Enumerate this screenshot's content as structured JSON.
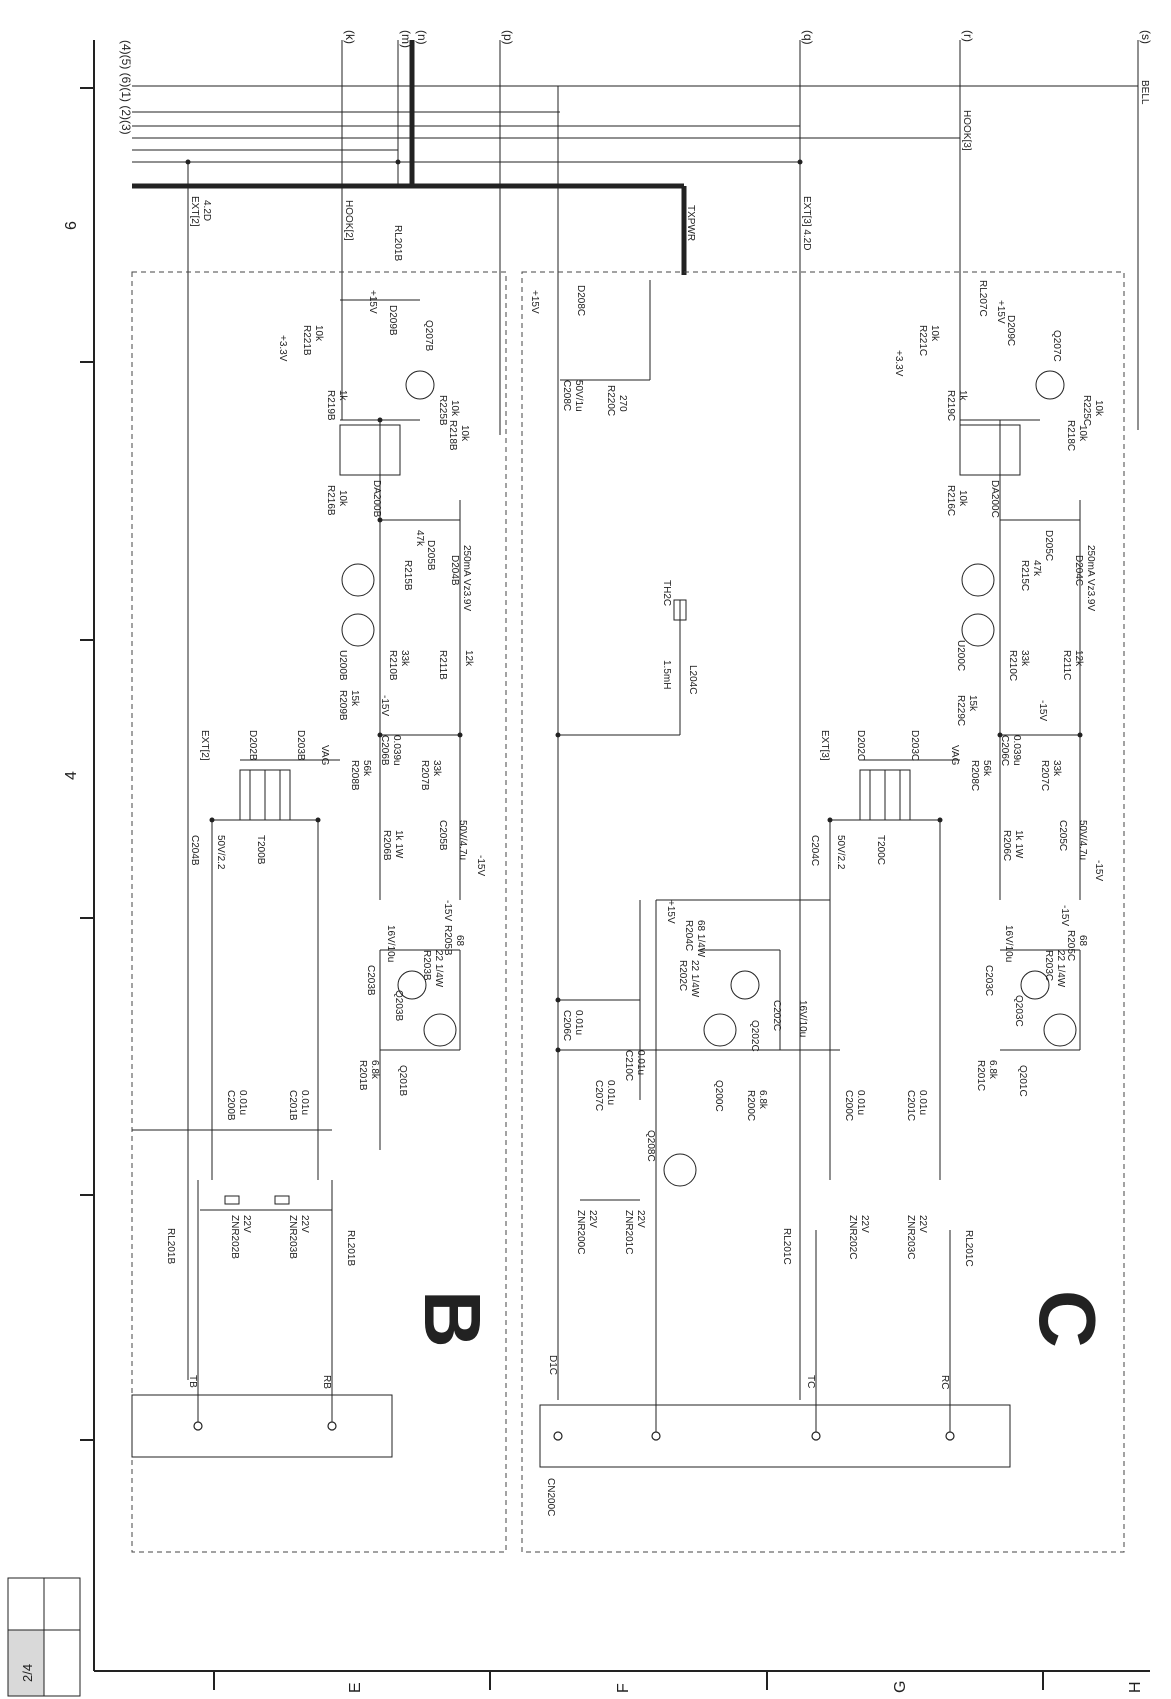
{
  "sheet": {
    "page": "2/4"
  },
  "zones": {
    "cols": [
      "6",
      "4"
    ],
    "rows": [
      "E",
      "F",
      "G",
      "H"
    ]
  },
  "signals": {
    "top": [
      "(k)",
      "(m)",
      "(n)",
      "(p)",
      "(q)",
      "(r)",
      "(s)"
    ],
    "bus_label": "(4)(5) (6)(1) (2)(3)",
    "hook2": "HOOK[2]",
    "hook3": "HOOK[3]",
    "bell": "BELL",
    "txpwr": "TXPWR",
    "ext2": "EXT[2]",
    "ext2_ref": "4.2D",
    "ext3_ref": "EXT[3] 4.2D",
    "ext2b": "EXT[2]",
    "ext3b": "EXT[3]"
  },
  "blocks": {
    "b": "B",
    "c": "C"
  },
  "connector": {
    "name": "CN200C",
    "tb": "TB",
    "rb": "RB",
    "d1c": "D1C",
    "tc": "TC",
    "rc": "RC"
  },
  "labels_b": {
    "rl201b_top": "RL201B",
    "rl201b_bot": "RL201B",
    "rl201b_coil": "RL201B",
    "znr202b": "ZNR202B",
    "znr203b": "ZNR203B",
    "v22a": "22V",
    "v22b": "22V",
    "c200b": "C200B",
    "c200b_v": "0.01u",
    "c201b": "C201B",
    "c201b_v": "0.01u",
    "r201b": "R201B",
    "r201b_v": "6.8k",
    "q201b": "Q201B",
    "q203b": "Q203B",
    "c203b": "C203B",
    "c203b_v": "16V/10u",
    "r203b": "R203B",
    "r203b_v": "22 1/4W",
    "r205b": "R205B",
    "r205b_v": "68",
    "m15v_a": "-15V",
    "c204b": "C204B",
    "c204b_v": "50V/2.2",
    "t200b": "T200B",
    "r206b": "R206B",
    "r206b_v": "1k 1W",
    "c205b": "C205B",
    "c205b_v": "50V/4.7u",
    "m15v_b": "-15V",
    "r208b": "R208B",
    "r208b_v": "56k",
    "r207b": "R207B",
    "r207b_v": "33k",
    "c206b": "C206B",
    "c206b_v": "0.039u",
    "m15v_c": "-15V",
    "d202b": "D202B",
    "d203b": "D203B",
    "vag": "VAG",
    "r209b": "R209B",
    "r209b_v": "15k",
    "r210b": "R210B",
    "r210b_v": "33k",
    "u200b": "U200B",
    "r211b": "R211B",
    "r211b_v": "12k",
    "r215b": "R215B",
    "r215b_v": "47k",
    "d205b": "D205B",
    "d204b": "D204B",
    "d204b_v": "250mA Vz3.9V",
    "r216b": "R216B",
    "r216b_v": "10k",
    "da200b": "DA200B",
    "r218b": "R218B",
    "r218b_v": "10k",
    "r219b": "R219B",
    "r219b_v": "1k",
    "r221b": "R221B",
    "r221b_v": "10k",
    "v33": "+3.3V",
    "r225b": "R225B",
    "r225b_v": "10k",
    "d209b": "D209B",
    "q207b": "Q207B",
    "p15v": "+15V"
  },
  "labels_c": {
    "rl201c_top": "RL201C",
    "rl201c_bot": "RL201C",
    "rl207c": "RL207C",
    "znr200c": "ZNR200C",
    "znr201c": "ZNR201C",
    "znr202c": "ZNR202C",
    "znr203c": "ZNR203C",
    "v22a": "22V",
    "v22b": "22V",
    "v22c": "22V",
    "v22d": "22V",
    "c206c": "C206C",
    "c206c_v": "0.01u",
    "c207c": "C207C",
    "c207c_v": "0.01u",
    "c210c": "C210C",
    "c210c_v": "0.01u",
    "q208c": "Q208C",
    "r202c": "R202C",
    "r202c_v": "22 1/4W",
    "r204c": "R204C",
    "r204c_v": "68 1/4W",
    "p15v": "+15V",
    "q200c": "Q200C",
    "q202c": "Q202C",
    "c202c": "C202C",
    "c202c_v": "16V/10u",
    "r200c": "R200C",
    "r200c_v": "6.8k",
    "c200c": "C200C",
    "c200c_v": "0.01u",
    "c201c": "C201C",
    "c201c_v": "0.01u",
    "r201c": "R201C",
    "r201c_v": "6.8k",
    "q201c": "Q201C",
    "q203c": "Q203C",
    "c203c": "C203C",
    "c203c_v": "16V/10u",
    "r203c": "R203C",
    "r203c_v": "22 1/4W",
    "r205c": "R205C",
    "r205c_v": "68",
    "m15v_a": "-15V",
    "c204c": "C204C",
    "c204c_v": "50V/2.2",
    "t200c": "T200C",
    "r206c": "R206C",
    "r206c_v": "1k 1W",
    "c205c": "C205C",
    "c205c_v": "50V/4.7u",
    "m15v_b": "-15V",
    "r208c": "R208C",
    "r208c_v": "56k",
    "r207c": "R207C",
    "r207c_v": "33k",
    "c206c2": "C206C",
    "c206c2_v": "0.039u",
    "m15v_c": "-15V",
    "d202c": "D202C",
    "d203c": "D203C",
    "vag": "VAG",
    "l204c": "L204C",
    "l204c_v": "1.5mH",
    "th2c": "TH2C",
    "r229c": "R229C",
    "r229c_v": "15k",
    "r210c": "R210C",
    "r210c_v": "33k",
    "u200c": "U200C",
    "r211c": "R211C",
    "r211c_v": "12k",
    "r215c": "R215C",
    "r215c_v": "47k",
    "d205c": "D205C",
    "d204c": "D204C",
    "d204c_v": "250mA Vz3.9V",
    "r216c": "R216C",
    "r216c_v": "10k",
    "da200c": "DA200C",
    "r218c": "R218C",
    "r218c_v": "10k",
    "r219c": "R219C",
    "r219c_v": "1k",
    "r221c": "R221C",
    "r221c_v": "10k",
    "v33": "+3.3V",
    "r225c": "R225C",
    "r225c_v": "10k",
    "d209c": "D209C",
    "q207c": "Q207C",
    "c208c": "C208C",
    "c208c_v": "50V/1u",
    "r220c": "R220C",
    "r220c_v": "270",
    "d208c": "D208C",
    "p15v_b": "+15V"
  }
}
